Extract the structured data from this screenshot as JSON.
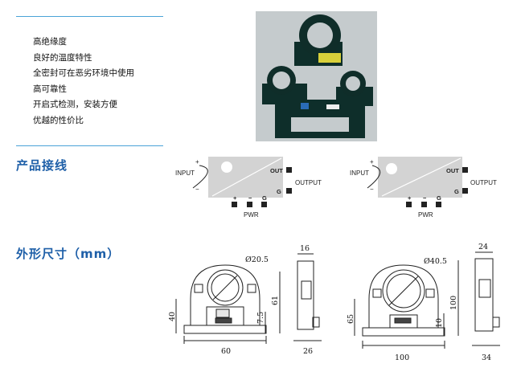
{
  "features": [
    "高绝缘度",
    "良好的温度特性",
    "全密封可在恶劣环境中使用",
    "高可靠性",
    "开启式检测，安装方便",
    "优越的性价比"
  ],
  "sections": {
    "wiring_title": "产品接线",
    "dimensions_title": "外形尺寸（mm）"
  },
  "wiring": {
    "input": "INPUT",
    "output": "OUTPUT",
    "out": "OUT",
    "g": "G",
    "pwr": "PWR",
    "plus": "+",
    "minus": "−",
    "pin_plus": "+",
    "pin_minus": "−",
    "pin_g": "G"
  },
  "dims_small": {
    "diameter": "Ø20.5",
    "top_width": "16",
    "height_left": "40",
    "height_right": "61",
    "pin_height": "7.5",
    "width": "60",
    "depth": "26"
  },
  "dims_large": {
    "diameter": "Ø40.5",
    "top_width": "24",
    "height_left": "65",
    "height_right": "100",
    "pin_height": "10",
    "width": "100",
    "depth": "34"
  },
  "colors": {
    "accent": "#1e5fa8",
    "border": "#4aa3d8",
    "module": "#d3d3d3"
  }
}
